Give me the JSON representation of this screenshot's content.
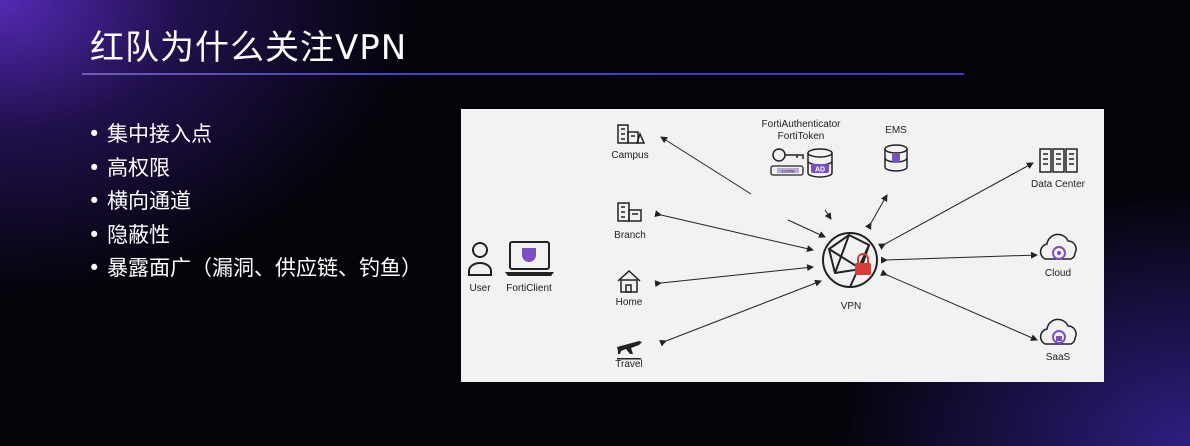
{
  "slide": {
    "title": "红队为什么关注VPN",
    "bullets": [
      "集中接入点",
      "高权限",
      "横向通道",
      "隐蔽性",
      "暴露面广（漏洞、供应链、钓鱼）"
    ]
  },
  "diagram": {
    "labels": {
      "user": "User",
      "forticlient": "FortiClient",
      "campus": "Campus",
      "branch": "Branch",
      "home": "Home",
      "travel": "Travel",
      "fortiauthenticator": "FortiAuthenticator",
      "fortitoken": "FortiToken",
      "ems": "EMS",
      "vpn": "VPN",
      "data_center": "Data Center",
      "cloud": "Cloud",
      "saas": "SaaS",
      "token_code": "123456",
      "ad": "AD"
    }
  },
  "colors": {
    "accent": "#7a4fc2",
    "lock": "#d83b3b",
    "rule": "#4a3fd8"
  }
}
